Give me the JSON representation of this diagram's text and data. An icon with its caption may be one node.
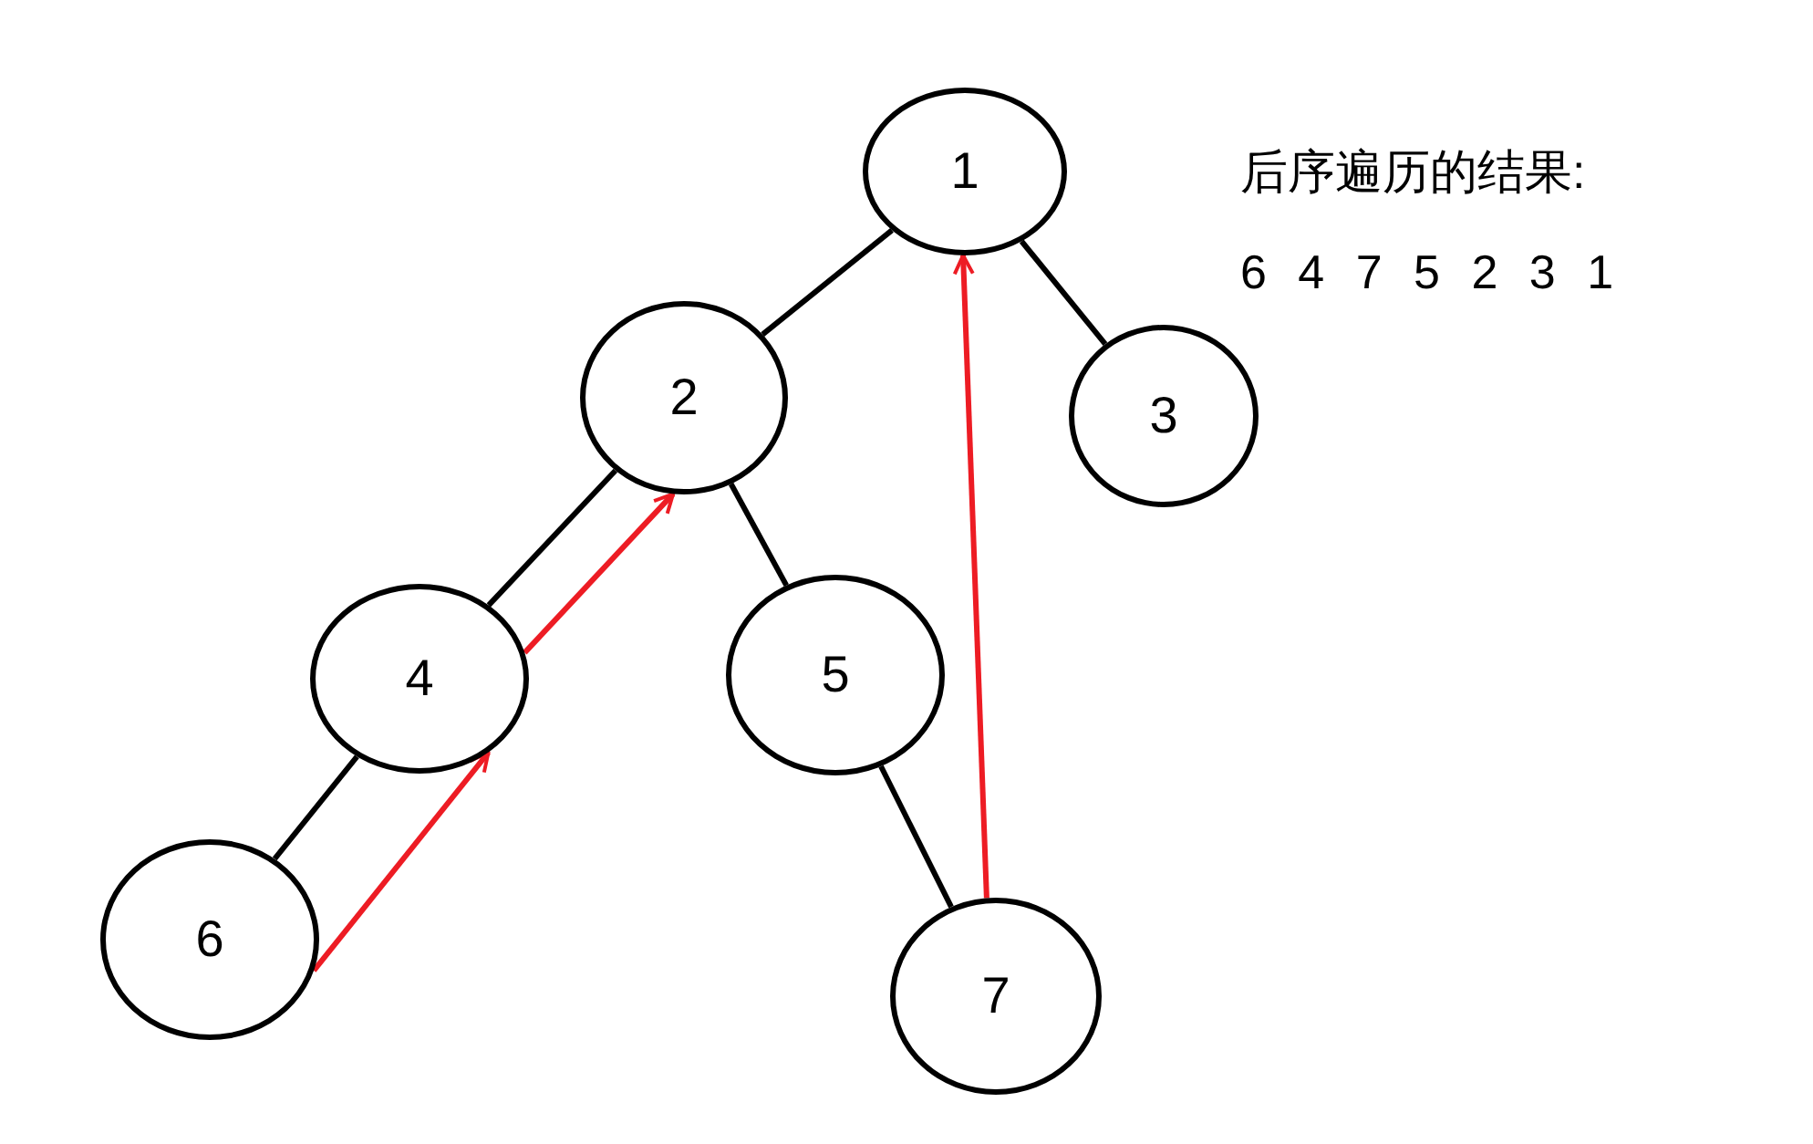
{
  "diagram": {
    "nodes": [
      {
        "text": [
          "1"
        ]
      },
      {
        "text": [
          "2"
        ]
      },
      {
        "text": [
          "3"
        ]
      },
      {
        "text": [
          "4"
        ]
      },
      {
        "text": [
          "5"
        ]
      },
      {
        "text": [
          "6"
        ]
      },
      {
        "text": [
          "7"
        ]
      }
    ],
    "edges": [
      {
        "from": 0,
        "to": 1,
        "arrow": "none"
      },
      {
        "from": 0,
        "to": 2,
        "arrow": "none"
      },
      {
        "from": 1,
        "to": 3,
        "arrow": "none"
      },
      {
        "from": 1,
        "to": 4,
        "arrow": "none"
      },
      {
        "from": 3,
        "to": 5,
        "arrow": "none"
      },
      {
        "from": 4,
        "to": 6,
        "arrow": "none"
      },
      {
        "from": 5,
        "to": 3,
        "arrow": "to",
        "color": "#ed1c24"
      },
      {
        "from": 3,
        "to": 1,
        "arrow": "to",
        "color": "#ed1c24"
      },
      {
        "from": 6,
        "to": 0,
        "arrow": "to",
        "color": "#ed1c24"
      }
    ],
    "labels": [
      "后序遍历的结果:",
      "6 4 7 5 2 3 1"
    ]
  }
}
